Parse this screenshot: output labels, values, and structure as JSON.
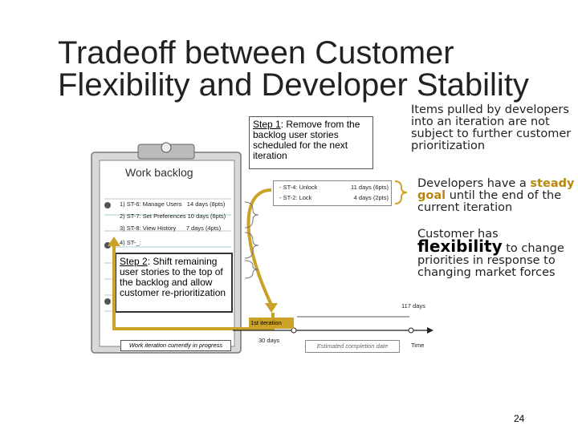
{
  "title": {
    "line1": "Tradeoff between Customer",
    "line2": "Flexibility and Developer Stability"
  },
  "right": {
    "note1": "Items pulled by developers into an iteration are not subject to further customer prioritization",
    "note2_pre": "Developers have a ",
    "note2_hl": "steady goal",
    "note2_post": " until the end of the current iteration",
    "note3_pre": "Customer has ",
    "note3_hl": "flexibility",
    "note3_post": " to change priorities in response to changing market forces"
  },
  "step1": {
    "label": "Step 1",
    "text": ": Remove from the backlog user stories scheduled for the next iteration"
  },
  "step2": {
    "label": "Step 2",
    "text": ": Shift remaining user stories to the top of the backlog and allow customer re-prioritization"
  },
  "backlog": {
    "title": "Work backlog",
    "items": [
      {
        "name": "1) ST-6: Manage Users",
        "est": "14 days (8pts)"
      },
      {
        "name": "2) ST-7: Set Preferences",
        "est": "10 days (6pts)"
      },
      {
        "name": "3) ST-8: View History",
        "est": "7 days (4pts)"
      },
      {
        "name": "4) ST-_:",
        "est": ""
      }
    ]
  },
  "iteration_items": [
    {
      "name": "- ST-4: Unlock",
      "est": "11 days (6pts)"
    },
    {
      "name": "- ST-2: Lock",
      "est": "4 days (2pts)"
    }
  ],
  "timeline": {
    "total": "117 days",
    "iteration_label": "1st iteration",
    "iteration_len": "30 days",
    "completion": "Estimated completion date",
    "time_label": "Time",
    "in_progress": "Work iteration currently in progress"
  },
  "colors": {
    "accent": "#c9a227",
    "step_border": "#333333"
  },
  "page_number": "24"
}
